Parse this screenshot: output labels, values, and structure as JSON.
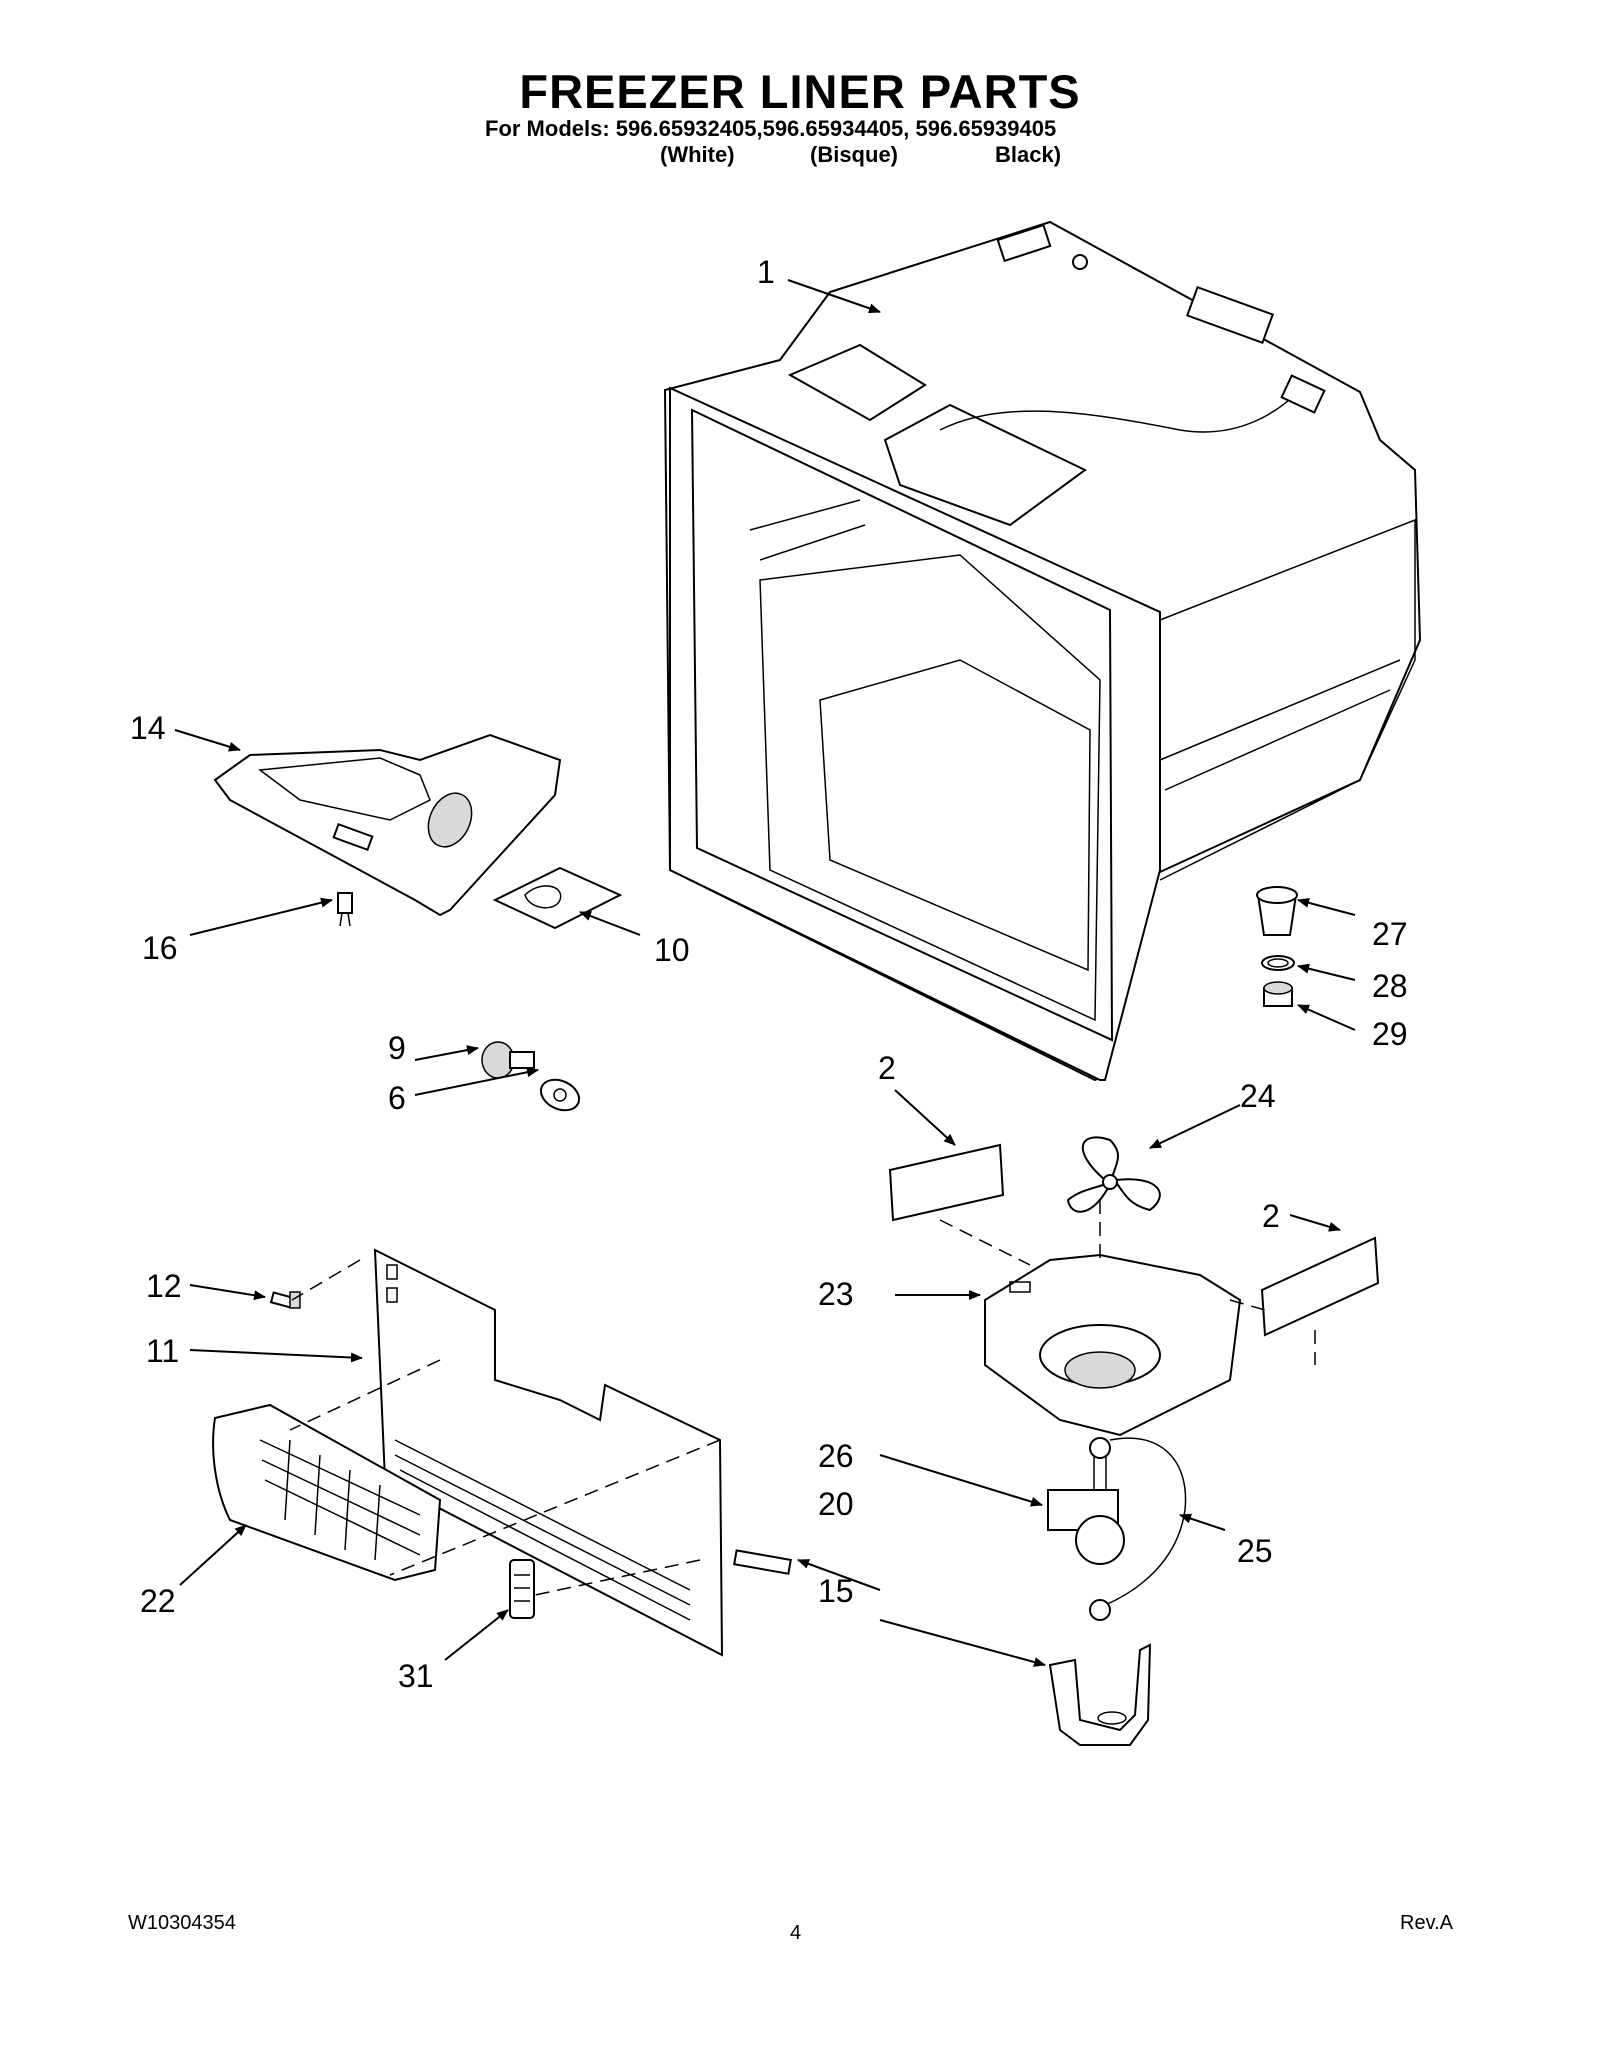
{
  "header": {
    "title": "FREEZER LINER PARTS",
    "models_line": "For Models: 596.65932405,596.65934405, 596.65939405",
    "colors": [
      "(White)",
      "(Bisque)",
      "Black)"
    ]
  },
  "callouts": {
    "c1": "1",
    "c2a": "2",
    "c2b": "2",
    "c6": "6",
    "c9": "9",
    "c10": "10",
    "c11": "11",
    "c12": "12",
    "c14": "14",
    "c15": "15",
    "c16": "16",
    "c20": "20",
    "c22": "22",
    "c23": "23",
    "c24": "24",
    "c25": "25",
    "c26": "26",
    "c27": "27",
    "c28": "28",
    "c29": "29",
    "c31": "31"
  },
  "footer": {
    "doc_number": "W10304354",
    "page_number": "4",
    "revision": "Rev.A"
  }
}
